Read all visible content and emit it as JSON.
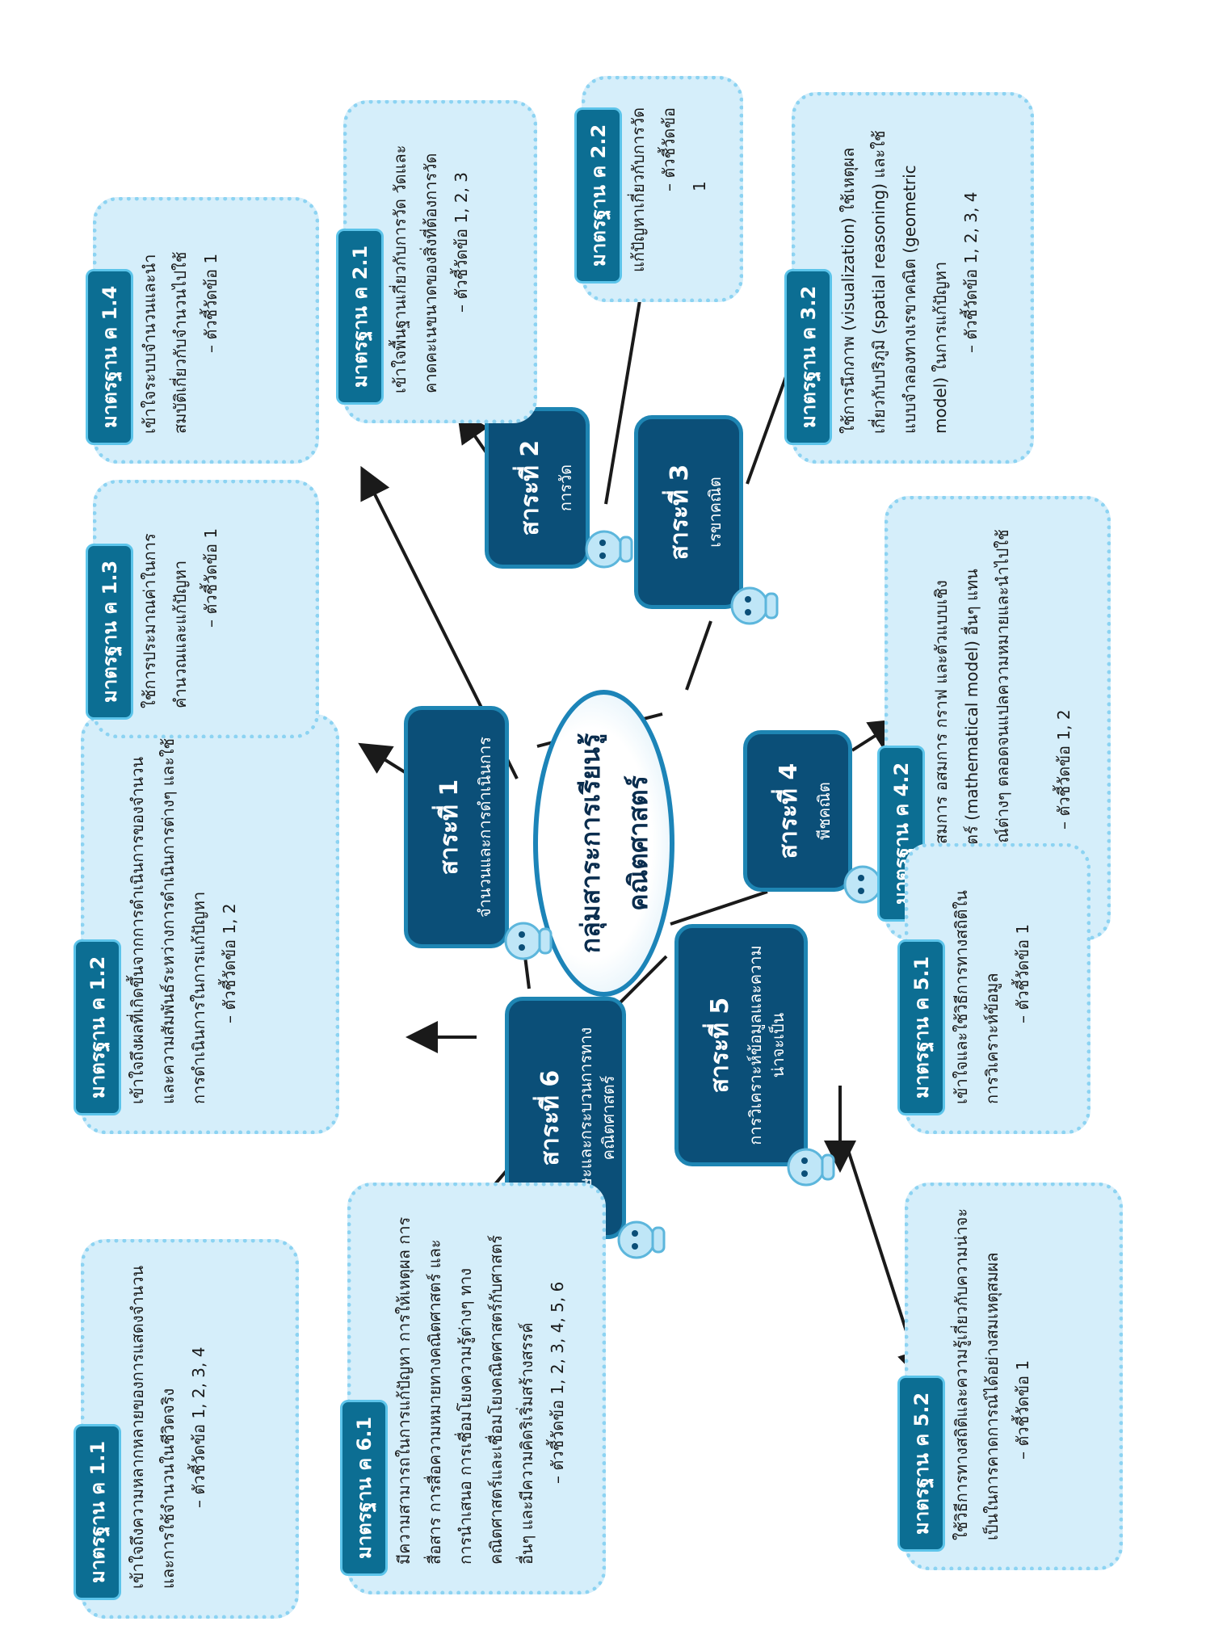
{
  "center": {
    "line1": "กลุ่มสาระการเรียนรู้",
    "line2": "คณิตศาสตร์"
  },
  "strands": [
    {
      "title": "สาระที่ 1",
      "name": "จำนวนและการดำเนินการ"
    },
    {
      "title": "สาระที่ 2",
      "name": "การวัด"
    },
    {
      "title": "สาระที่ 3",
      "name": "เรขาคณิต"
    },
    {
      "title": "สาระที่ 4",
      "name": "พีชคณิต"
    },
    {
      "title": "สาระที่ 5",
      "name": "การวิเคราะห์ข้อมูลและความน่าจะเป็น"
    },
    {
      "title": "สาระที่ 6",
      "name": "ทักษะและกระบวนการทางคณิตศาสตร์"
    }
  ],
  "standards": [
    {
      "tag": "มาตรฐาน ค 1.1",
      "text": "เข้าใจถึงความหลากหลายของการแสดงจำนวนและการใช้จำนวนในชีวิตจริง",
      "indicator": "– ตัวชี้วัดข้อ 1, 2, 3, 4"
    },
    {
      "tag": "มาตรฐาน ค 1.2",
      "text": "เข้าใจถึงผลที่เกิดขึ้นจากการดำเนินการของจำนวนและความสัมพันธ์ระหว่างการดำเนินการต่างๆ และใช้การดำเนินการในการแก้ปัญหา",
      "indicator": "– ตัวชี้วัดข้อ 1, 2"
    },
    {
      "tag": "มาตรฐาน ค 1.3",
      "text": "ใช้การประมาณค่าในการคำนวณและแก้ปัญหา",
      "indicator": "– ตัวชี้วัดข้อ 1"
    },
    {
      "tag": "มาตรฐาน ค 1.4",
      "text": "เข้าใจระบบจำนวนและนำสมบัติเกี่ยวกับจำนวนไปใช้",
      "indicator": "– ตัวชี้วัดข้อ 1"
    },
    {
      "tag": "มาตรฐาน ค 2.1",
      "text": "เข้าใจพื้นฐานเกี่ยวกับการวัด วัดและคาดคะเนขนาดของสิ่งที่ต้องการวัด",
      "indicator": "– ตัวชี้วัดข้อ 1, 2, 3"
    },
    {
      "tag": "มาตรฐาน ค 2.2",
      "text": "แก้ปัญหาเกี่ยวกับการวัด",
      "indicator": "– ตัวชี้วัดข้อ 1"
    },
    {
      "tag": "มาตรฐาน ค 3.2",
      "text": "ใช้การนึกภาพ (visualization) ใช้เหตุผลเกี่ยวกับปริภูมิ (spatial reasoning) และใช้แบบจำลองทางเรขาคณิต (geometric model) ในการแก้ปัญหา",
      "indicator": "– ตัวชี้วัดข้อ 1, 2, 3, 4"
    },
    {
      "tag": "มาตรฐาน ค 4.2",
      "text": "ใช้นิพจน์ สมการ อสมการ กราฟ และตัวแบบเชิงคณิตศาสตร์ (mathematical model) อื่นๆ แทนสถานการณ์ต่างๆ ตลอดจนแปลความหมายและนำไปใช้แก้ปัญหา",
      "indicator": "– ตัวชี้วัดข้อ 1, 2"
    },
    {
      "tag": "มาตรฐาน ค 5.1",
      "text": "เข้าใจและใช้วิธีการทางสถิติในการวิเคราะห์ข้อมูล",
      "indicator": "– ตัวชี้วัดข้อ 1"
    },
    {
      "tag": "มาตรฐาน ค 5.2",
      "text": "ใช้วิธีการทางสถิติและความรู้เกี่ยวกับความน่าจะเป็นในการคาดการณ์ได้อย่างสมเหตุสมผล",
      "indicator": "– ตัวชี้วัดข้อ 1"
    },
    {
      "tag": "มาตรฐาน ค 6.1",
      "text": "มีความสามารถในการแก้ปัญหา การให้เหตุผล การสื่อสาร การสื่อความหมายทางคณิตศาสตร์ และการนำเสนอ การเชื่อมโยงความรู้ต่างๆ ทางคณิตศาสตร์และเชื่อมโยงคณิตศาสตร์กับศาสตร์อื่นๆ และมีความคิดริเริ่มสร้างสรรค์",
      "indicator": "– ตัวชี้วัดข้อ 1, 2, 3, 4, 5, 6"
    }
  ]
}
